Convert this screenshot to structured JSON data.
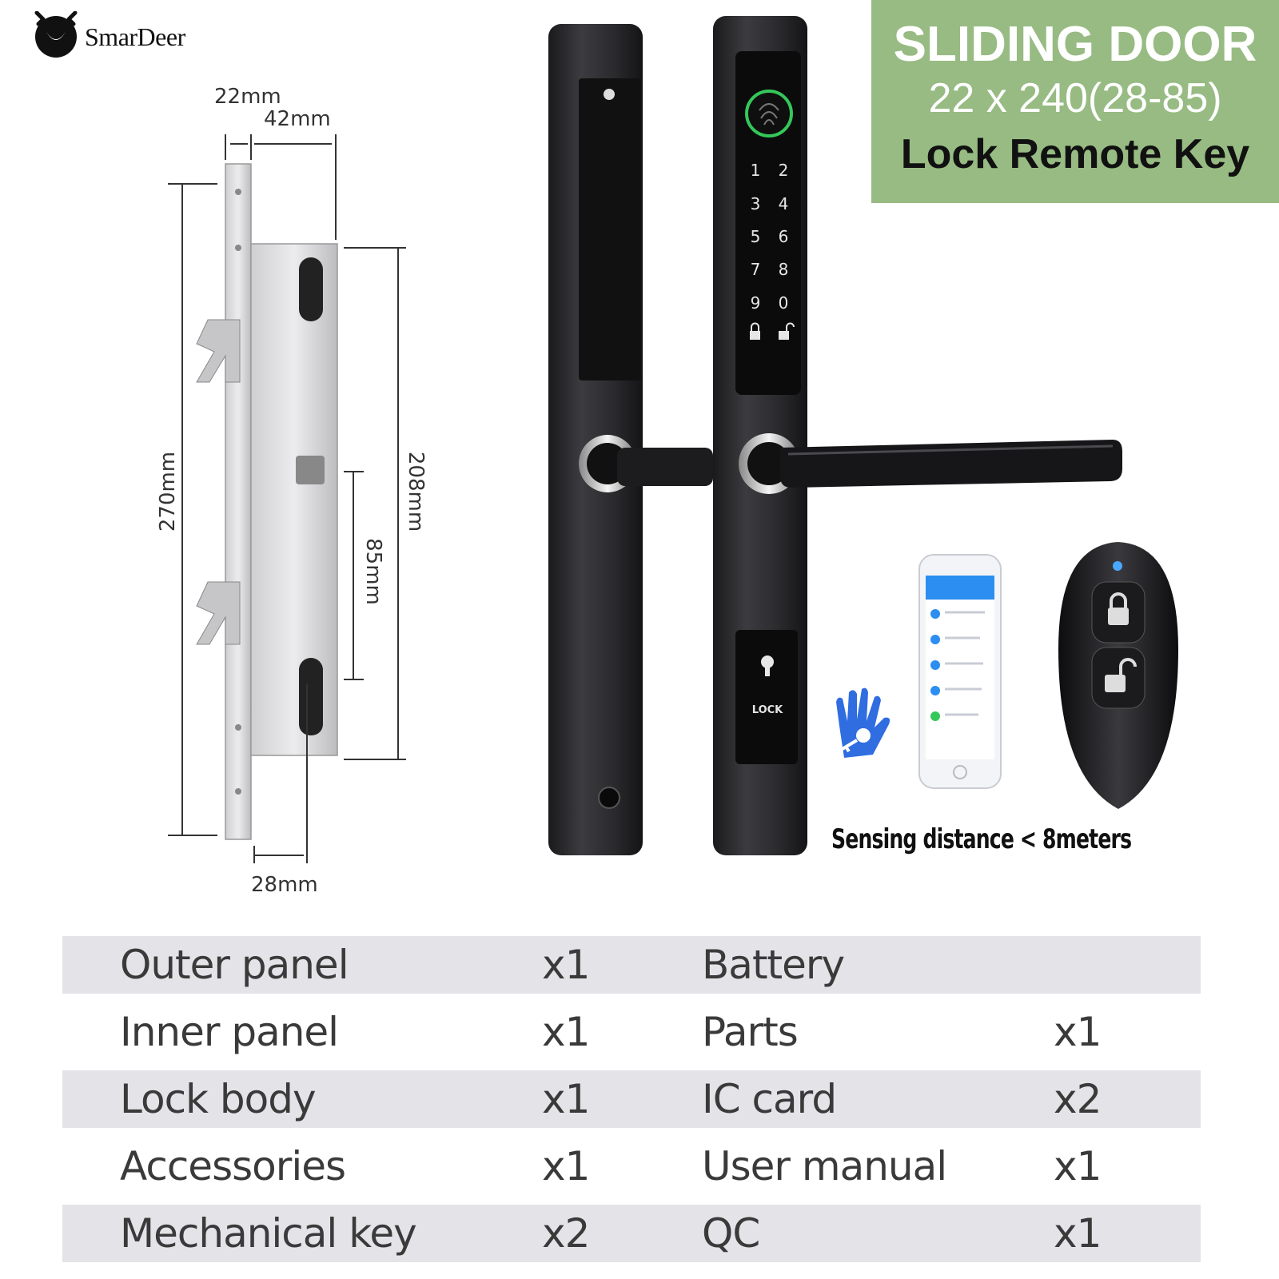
{
  "brand": {
    "name": "SmarDeer",
    "logo_icon": "deer-head-icon"
  },
  "banner": {
    "title": "SLIDING DOOR",
    "size": "22 x 240(28-85)",
    "features": "Lock Remote Key",
    "bg_color": "#97bb83"
  },
  "dimensions": {
    "d22": "22mm",
    "d42": "42mm",
    "d270": "270mm",
    "d208": "208mm",
    "d85": "85mm",
    "d28": "28mm"
  },
  "keypad": {
    "keys": [
      "1",
      "2",
      "3",
      "4",
      "5",
      "6",
      "7",
      "8",
      "9",
      "0"
    ],
    "lock_label": "LOCK"
  },
  "sensing_text": "Sensing distance < 8meters",
  "parts": [
    {
      "item": "Outer panel",
      "qty": "x1",
      "item2": "Battery",
      "qty2": ""
    },
    {
      "item": "Inner panel",
      "qty": "x1",
      "item2": "Parts",
      "qty2": "x1"
    },
    {
      "item": "Lock body",
      "qty": "x1",
      "item2": "IC card",
      "qty2": "x2"
    },
    {
      "item": "Accessories",
      "qty": "x1",
      "item2": "User manual",
      "qty2": "x1"
    },
    {
      "item": "Mechanical key",
      "qty": "x2",
      "item2": "QC",
      "qty2": "x1"
    }
  ]
}
